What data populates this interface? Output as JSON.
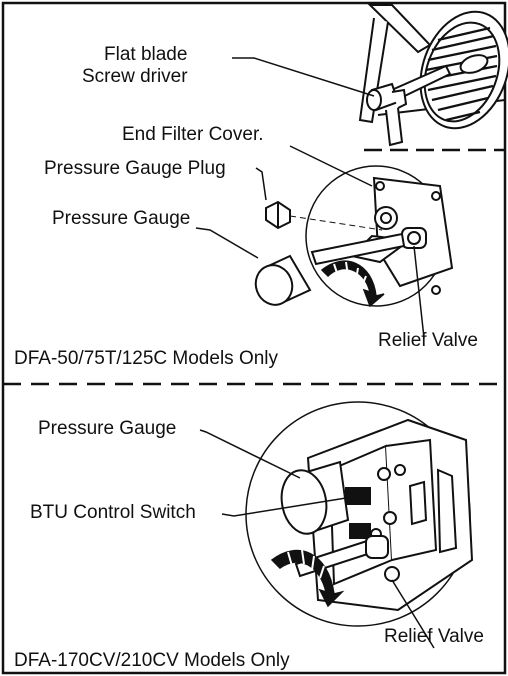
{
  "top_panel": {
    "labels": {
      "flat_blade_line1": "Flat blade",
      "flat_blade_line2": "Screw driver",
      "end_filter_cover": "End Filter Cover.",
      "pressure_gauge_plug": "Pressure Gauge Plug",
      "pressure_gauge": "Pressure Gauge",
      "relief_valve": "Relief Valve"
    },
    "caption": "DFA-50/75T/125C Models Only"
  },
  "bottom_panel": {
    "labels": {
      "pressure_gauge": "Pressure Gauge",
      "btu_control_switch": "BTU Control Switch",
      "relief_valve": "Relief Valve"
    },
    "caption": "DFA-170CV/210CV Models Only"
  }
}
